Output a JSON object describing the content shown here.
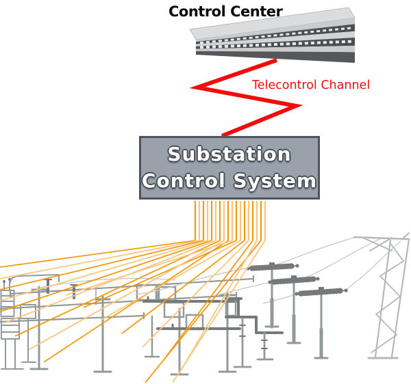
{
  "diagram": {
    "labels": {
      "control_center": "Control Center",
      "telecontrol_channel": "Telecontrol Channel",
      "substation_line1": "Substation",
      "substation_line2": "Control System"
    },
    "colors": {
      "channel_red": "#f20d0d",
      "signal_orange": "#f39a10",
      "signal_orange_light": "#f9c67f",
      "box_fill": "#99a1ab",
      "box_border": "#4e545b",
      "structure_gray": "#939899",
      "structure_gray_dark": "#75797c",
      "conductor_gray": "#c9cbcc",
      "building_light": "#c9cbcd",
      "building_dark": "#4c4e50"
    }
  }
}
